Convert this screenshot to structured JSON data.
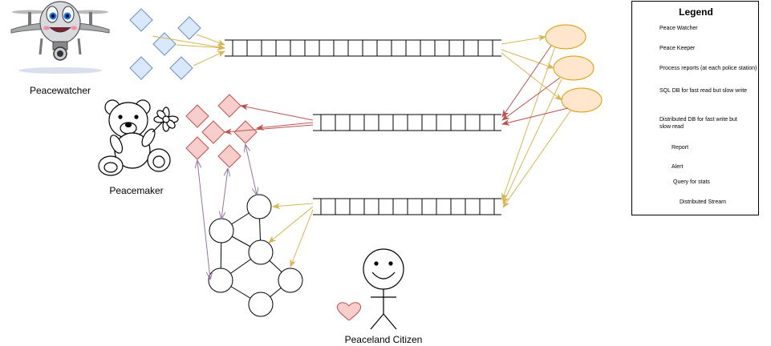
{
  "actors": {
    "peacewatcher": "Peacewatcher",
    "peacemaker": "Peacemaker",
    "citizen": "Peaceland Citizen"
  },
  "legend": {
    "title": "Legend",
    "items": [
      {
        "icon": "diamond-blue-icon",
        "label": "Peace Watcher"
      },
      {
        "icon": "diamond-red-icon",
        "label": "Peace Keeper"
      },
      {
        "icon": "ellipse-orange-icon",
        "label": "Process reports (at each police station)"
      },
      {
        "icon": "cylinder-db-icon",
        "label": "SQL DB for fast read but slow write"
      },
      {
        "icon": "graph-db-icon",
        "label": "Distributed DB for fast write but slow read"
      },
      {
        "icon": "arrow-report-icon",
        "label": "Report"
      },
      {
        "icon": "arrow-alert-icon",
        "label": "Alert"
      },
      {
        "icon": "arrow-query-icon",
        "label": "Query for stats"
      },
      {
        "icon": "stream-icon",
        "label": "Distributed Stream"
      }
    ]
  },
  "colors": {
    "watcher_fill": "#dae8fc",
    "watcher_stroke": "#6c8ebf",
    "keeper_fill": "#f8cecc",
    "keeper_stroke": "#b85450",
    "process_fill": "#ffe6cc",
    "process_stroke": "#d79b00",
    "report": "#d6b656",
    "alert": "#b85450",
    "query": "#9673a6"
  }
}
